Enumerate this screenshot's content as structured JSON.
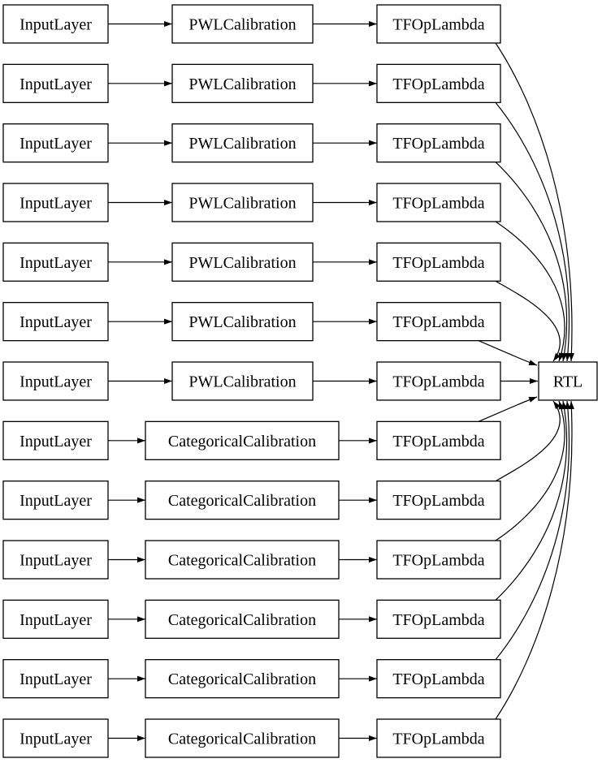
{
  "page": {
    "background": "#ffffff"
  },
  "diagram": {
    "type": "layered-model-graph",
    "colors": {
      "node_fill": "#ffffff",
      "node_border": "#000000",
      "edge": "#000000",
      "text": "#000000"
    },
    "rtl_label": "RTL",
    "rows": [
      {
        "input": "InputLayer",
        "middle": "PWLCalibration",
        "output": "TFOpLambda"
      },
      {
        "input": "InputLayer",
        "middle": "PWLCalibration",
        "output": "TFOpLambda"
      },
      {
        "input": "InputLayer",
        "middle": "PWLCalibration",
        "output": "TFOpLambda"
      },
      {
        "input": "InputLayer",
        "middle": "PWLCalibration",
        "output": "TFOpLambda"
      },
      {
        "input": "InputLayer",
        "middle": "PWLCalibration",
        "output": "TFOpLambda"
      },
      {
        "input": "InputLayer",
        "middle": "PWLCalibration",
        "output": "TFOpLambda"
      },
      {
        "input": "InputLayer",
        "middle": "PWLCalibration",
        "output": "TFOpLambda"
      },
      {
        "input": "InputLayer",
        "middle": "CategoricalCalibration",
        "output": "TFOpLambda"
      },
      {
        "input": "InputLayer",
        "middle": "CategoricalCalibration",
        "output": "TFOpLambda"
      },
      {
        "input": "InputLayer",
        "middle": "CategoricalCalibration",
        "output": "TFOpLambda"
      },
      {
        "input": "InputLayer",
        "middle": "CategoricalCalibration",
        "output": "TFOpLambda"
      },
      {
        "input": "InputLayer",
        "middle": "CategoricalCalibration",
        "output": "TFOpLambda"
      },
      {
        "input": "InputLayer",
        "middle": "CategoricalCalibration",
        "output": "TFOpLambda"
      }
    ]
  }
}
